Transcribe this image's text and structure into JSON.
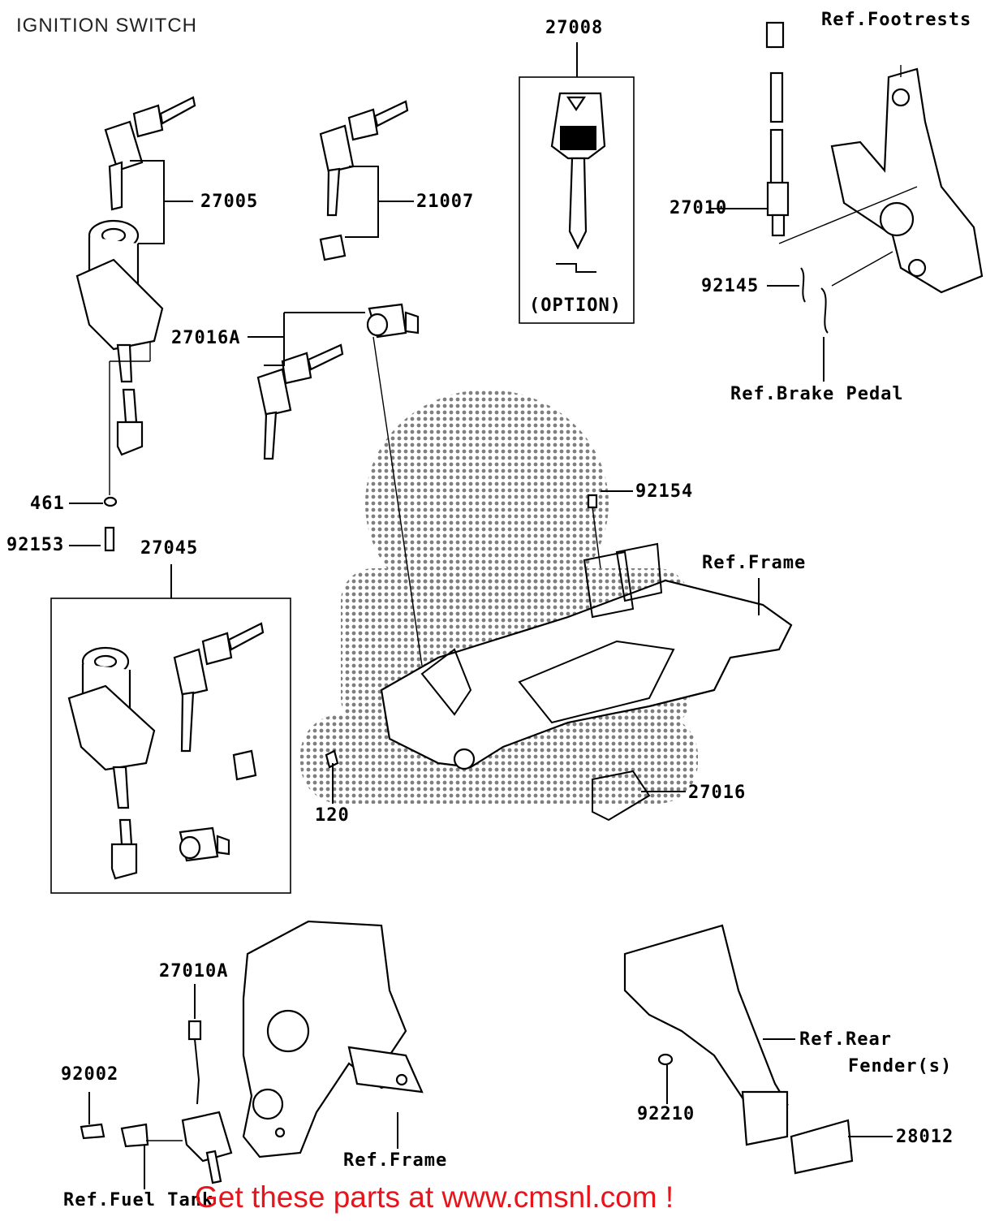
{
  "title": "IGNITION SWITCH",
  "banner": "Get these parts at www.cmsnl.com !",
  "labels": {
    "p27008": "27008",
    "ref_footrests": "Ref.Footrests",
    "p27005": "27005",
    "p21007": "21007",
    "p27010": "27010",
    "p92145": "92145",
    "option": "(OPTION)",
    "p27016A": "27016A",
    "ref_brake_pedal": "Ref.Brake Pedal",
    "p461": "461",
    "p92154": "92154",
    "p92153": "92153",
    "p27045": "27045",
    "ref_frame_top": "Ref.Frame",
    "p27016": "27016",
    "p120": "120",
    "p27010A": "27010A",
    "ref_rear": "Ref.Rear",
    "fender": "Fender(s)",
    "p92002": "92002",
    "p92210": "92210",
    "p28012": "28012",
    "ref_frame_bottom": "Ref.Frame",
    "ref_fuel_tank": "Ref.Fuel Tank"
  }
}
